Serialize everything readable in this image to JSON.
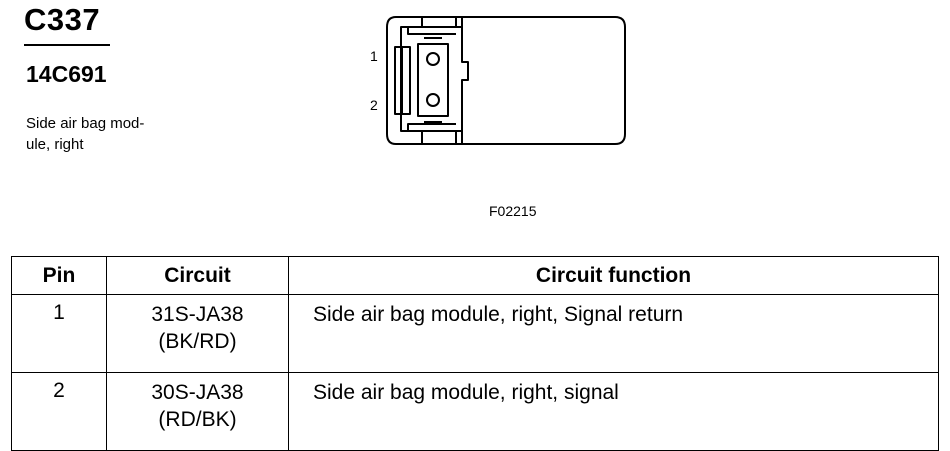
{
  "connector": {
    "id": "C337",
    "part_number": "14C691",
    "description_line1": "Side air bag mod-",
    "description_line2": "ule, right"
  },
  "figure": {
    "pin_labels": [
      "1",
      "2"
    ],
    "code": "F02215"
  },
  "table": {
    "headers": [
      "Pin",
      "Circuit",
      "Circuit function"
    ],
    "rows": [
      {
        "pin": "1",
        "circuit_code": "31S-JA38",
        "circuit_color": "(BK/RD)",
        "function": "Side air bag module, right, Signal return"
      },
      {
        "pin": "2",
        "circuit_code": "30S-JA38",
        "circuit_color": "(RD/BK)",
        "function": "Side air bag module, right, signal"
      }
    ]
  }
}
